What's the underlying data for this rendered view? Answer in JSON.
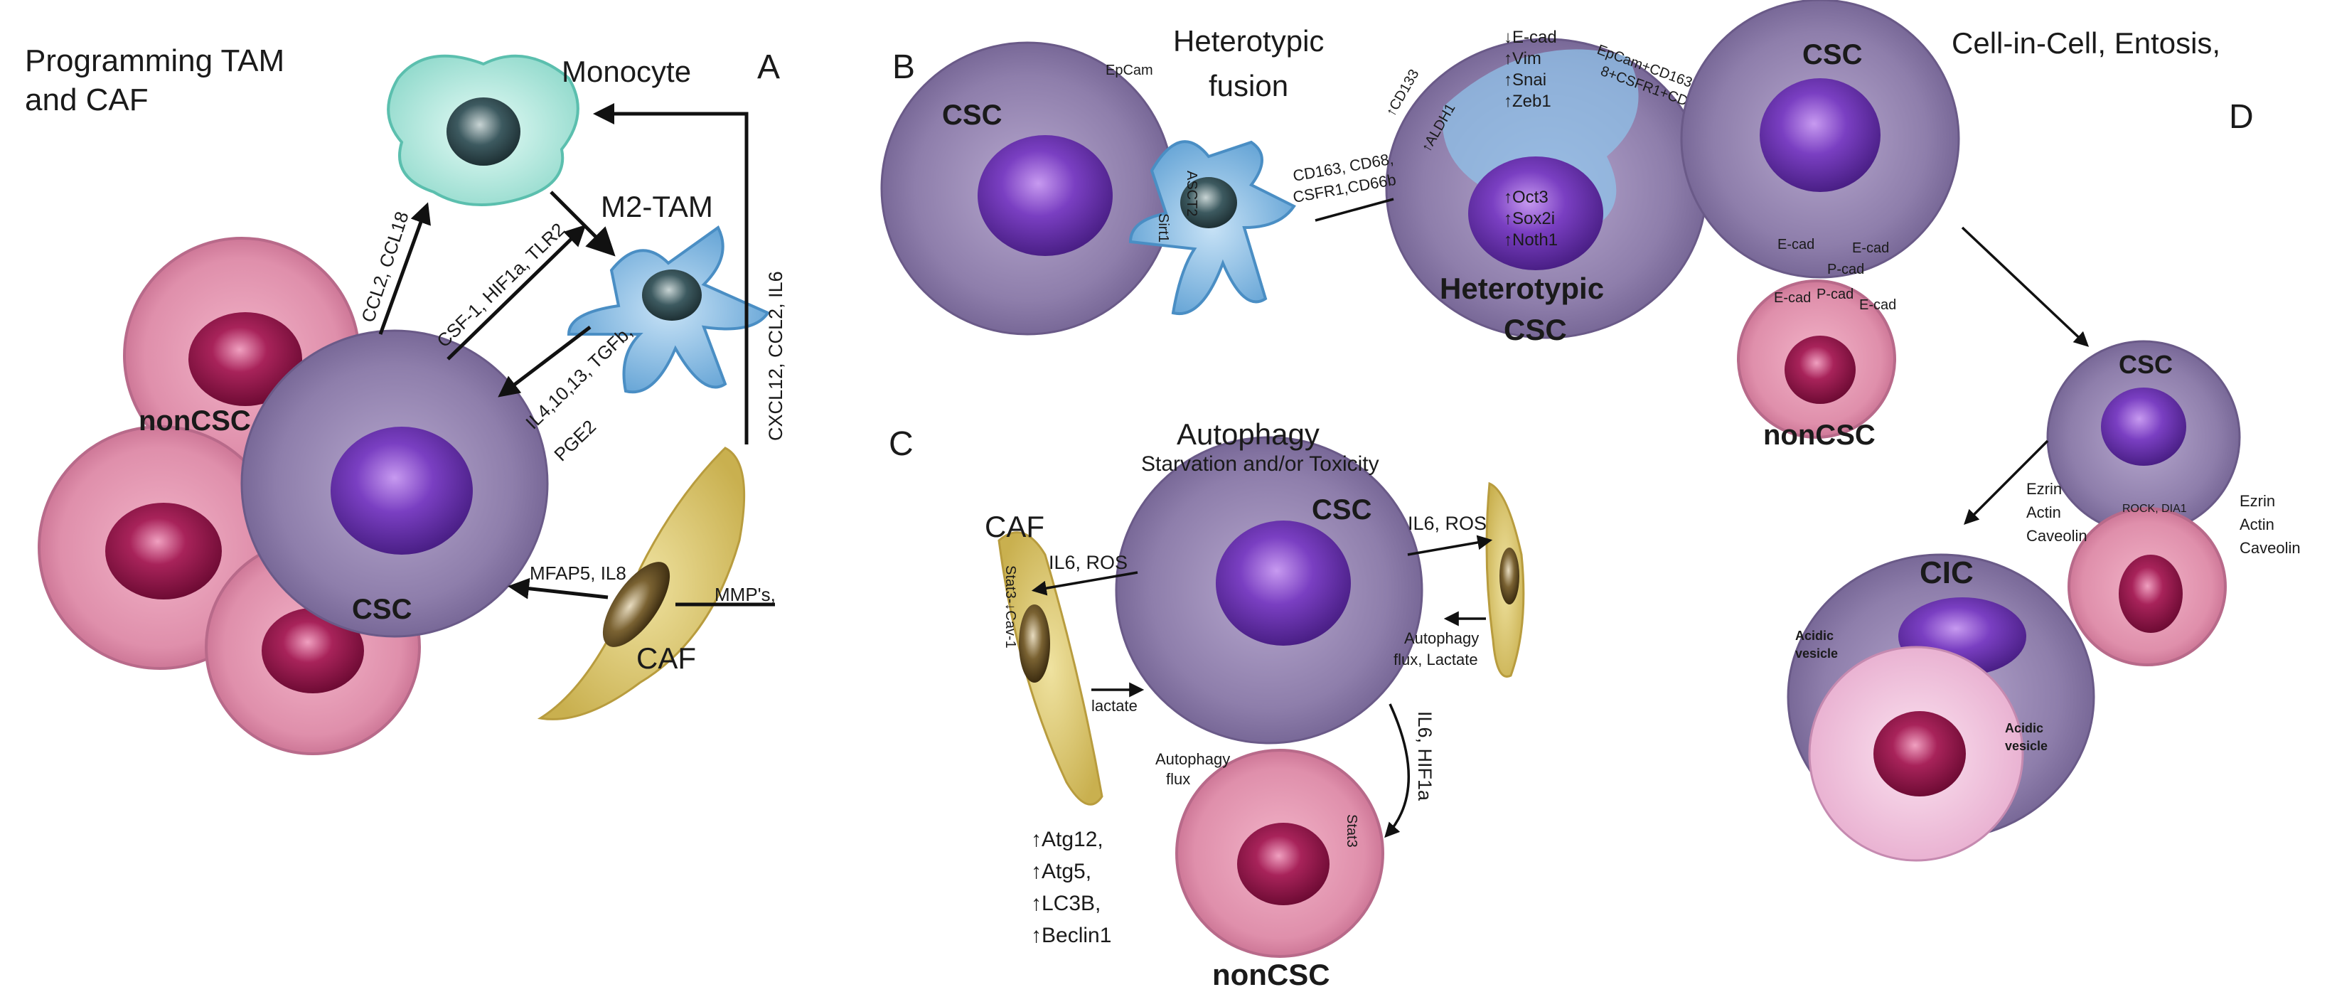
{
  "panels": {
    "A": {
      "letter": "A",
      "title_line1": "Programming TAM",
      "title_line2": "and CAF",
      "monocyte_label": "Monocyte",
      "m2tam_label": "M2-TAM",
      "caf_label": "CAF",
      "csc_label": "CSC",
      "noncsc_label": "nonCSC",
      "labels": {
        "ccl2_ccl18": "CCL2, CCL18",
        "csf1": "CSF-1, HIF1a, TLR2",
        "il4": "IL4,10,13, TGFb,",
        "pge2": "PGE2",
        "cxcl12": "CXCL12, CCL2, IL6",
        "mfap5": "MFAP5, IL8",
        "mmps": "MMP's,"
      }
    },
    "B": {
      "letter": "B",
      "title_line1": "Heterotypic",
      "title_line2": "fusion",
      "csc_label": "CSC",
      "hetero_line1": "Heterotypic",
      "hetero_line2": "CSC",
      "labels": {
        "epcam": "EpCam",
        "sirt1": "Sirt1",
        "asct2": "ASCT2",
        "cd163_line1": "CD163, CD68,",
        "cd163_line2": "CSFR1,CD66b",
        "cd133": "↑CD133",
        "aldh1": "↑ALDH1",
        "ecad": "↓E-cad",
        "vim": "↑Vim",
        "snai": "↑Snai",
        "zeb1": "↑Zeb1",
        "epcam_plus_1": "EpCam+CD163+CD6",
        "epcam_plus_2": "8+CSFR1+CD66b+",
        "oct3": "↑Oct3",
        "sox2": "↑Sox2i",
        "noth1": "↑Noth1"
      }
    },
    "C": {
      "letter": "C",
      "title": "Autophagy",
      "subtitle": "Starvation and/or Toxicity",
      "caf_label": "CAF",
      "csc_label": "CSC",
      "noncsc_label": "nonCSC",
      "labels": {
        "il6_ros_left": "IL6, ROS",
        "il6_ros_right": "IL6, ROS",
        "stat3_cav1": "Stat3-↓Cav-1",
        "lactate": "lactate",
        "autophagy_flux_lactate_1": "Autophagy",
        "autophagy_flux_lactate_2": "flux, Lactate",
        "autophagy_flux_1": "Autophagy",
        "autophagy_flux_2": "flux",
        "il6_hif1a": "IL6, HIF1a",
        "stat3": "Stat3"
      },
      "markers": [
        "↑Atg12,",
        "↑Atg5,",
        "↑LC3B,",
        "↑Beclin1"
      ]
    },
    "D": {
      "letter": "D",
      "title": "Cell-in-Cell,  Entosis,",
      "csc_top_label": "CSC",
      "noncsc_label": "nonCSC",
      "csc_mid_label": "CSC",
      "cic_label": "CIC",
      "labels": {
        "ecad1": "E-cad",
        "ecad2": "E-cad",
        "ecad3": "E-cad",
        "ecad4": "E-cad",
        "pcad1": "P-cad",
        "pcad2": "P-cad",
        "ezrin_left_1": "Ezrin",
        "ezrin_left_2": "Actin",
        "ezrin_left_3": "Caveolin",
        "rock": "ROCK, DIA1",
        "ezrin_right_1": "Ezrin",
        "ezrin_right_2": "Actin",
        "ezrin_right_3": "Caveolin",
        "acidic_1a": "Acidic",
        "acidic_1b": "vesicle",
        "acidic_2a": "Acidic",
        "acidic_2b": "vesicle"
      }
    }
  },
  "colors": {
    "csc_body": "#8a7aa6",
    "csc_nucleus": "#5a2a9a",
    "noncsc_body": "#d98ca8",
    "noncsc_nucleus": "#8a1040",
    "monocyte": "#b6ece2",
    "m2tam": "#7fb6e0",
    "caf": "#d8c46a",
    "cic_inner": "#efc8e2"
  }
}
